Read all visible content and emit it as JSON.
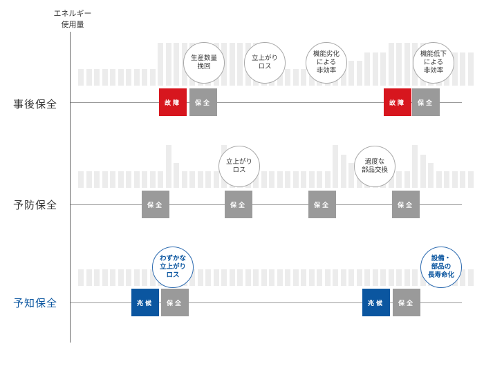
{
  "y_axis_label": "エネルギー\n使用量",
  "colors": {
    "bar": "#ececec",
    "baseline": "#999999",
    "fault": "#d7161e",
    "maintenance": "#9a9a9a",
    "sign": "#0b56a0",
    "blue_text": "#0b56a0"
  },
  "rows": [
    {
      "label": "事後保全",
      "color": "#333333",
      "bar_levels": [
        2,
        2,
        2,
        2,
        2,
        2,
        2,
        2,
        2,
        2,
        5,
        5,
        5,
        5,
        5,
        5,
        5,
        5,
        5,
        5,
        5,
        5,
        5,
        2,
        2,
        2,
        2,
        2,
        2,
        2,
        2,
        3,
        3,
        3,
        3,
        3,
        4,
        4,
        4,
        5,
        5,
        5,
        5,
        5,
        5,
        4,
        4,
        4,
        4,
        4
      ],
      "events": [
        {
          "text": "故障",
          "kind": "fault"
        },
        {
          "text": "保全",
          "kind": "maintenance"
        },
        {
          "text": "故障",
          "kind": "fault"
        },
        {
          "text": "保全",
          "kind": "maintenance"
        }
      ],
      "bubbles": [
        {
          "text": "生産数量\n挽回",
          "style": "gray"
        },
        {
          "text": "立上がり\nロス",
          "style": "gray"
        },
        {
          "text": "機能劣化\nによる\n非効率",
          "style": "gray"
        },
        {
          "text": "機能低下\nによる\n非効率",
          "style": "gray"
        }
      ]
    },
    {
      "label": "予防保全",
      "color": "#333333",
      "bar_levels": [
        2,
        2,
        2,
        2,
        2,
        2,
        2,
        2,
        2,
        2,
        2,
        5,
        3,
        2,
        2,
        2,
        2,
        2,
        5,
        4,
        3,
        2,
        2,
        2,
        2,
        2,
        2,
        2,
        2,
        2,
        2,
        2,
        5,
        4,
        3,
        2,
        2,
        2,
        2,
        2,
        2,
        2,
        5,
        4,
        3,
        2,
        2,
        2,
        2,
        2
      ],
      "events": [
        {
          "text": "保全",
          "kind": "maintenance"
        },
        {
          "text": "保全",
          "kind": "maintenance"
        },
        {
          "text": "保全",
          "kind": "maintenance"
        },
        {
          "text": "保全",
          "kind": "maintenance"
        }
      ],
      "bubbles": [
        {
          "text": "立上がり\nロス",
          "style": "gray"
        },
        {
          "text": "過度な\n部品交換",
          "style": "gray"
        }
      ]
    },
    {
      "label": "予知保全",
      "color": "#0b56a0",
      "bar_levels": [
        2,
        2,
        2,
        2,
        2,
        2,
        2,
        2,
        2,
        2,
        2,
        3,
        2,
        2,
        2,
        2,
        2,
        2,
        2,
        2,
        2,
        2,
        2,
        2,
        2,
        2,
        2,
        2,
        2,
        2,
        2,
        2,
        2,
        2,
        2,
        2,
        2,
        2,
        2,
        2,
        2,
        2,
        2,
        2,
        2,
        2,
        2,
        2,
        2,
        2
      ],
      "events": [
        {
          "text": "兆候",
          "kind": "sign"
        },
        {
          "text": "保全",
          "kind": "maintenance"
        },
        {
          "text": "兆候",
          "kind": "sign"
        },
        {
          "text": "保全",
          "kind": "maintenance"
        }
      ],
      "bubbles": [
        {
          "text": "わずかな\n立上がり\nロス",
          "style": "blue"
        },
        {
          "text": "設備・\n部品の\n長寿命化",
          "style": "blue"
        }
      ]
    }
  ]
}
